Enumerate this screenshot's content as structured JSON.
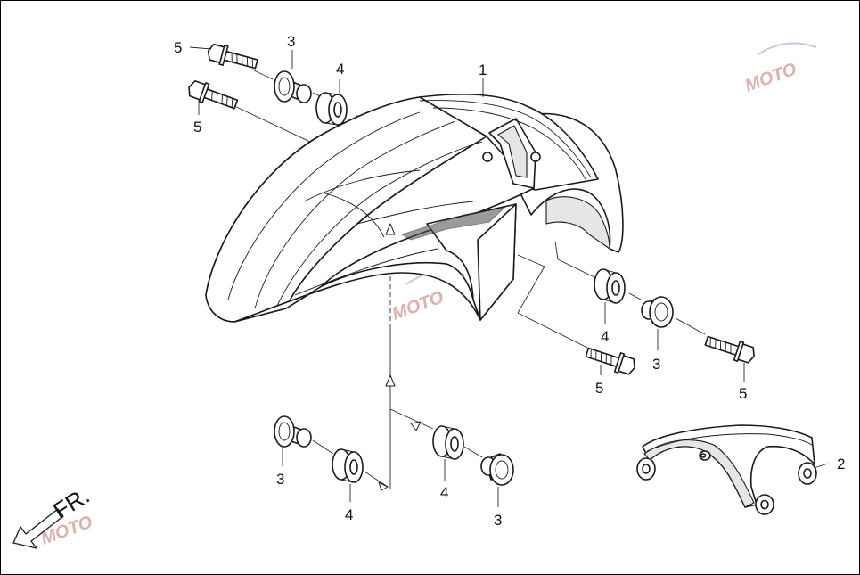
{
  "callouts": {
    "fender": "1",
    "bracket": "2",
    "collar_top": "3",
    "collar_right": "3",
    "collar_bl": "3",
    "collar_br": "3",
    "grommet_top": "4",
    "grommet_right": "4",
    "grommet_bl": "4",
    "grommet_br": "4",
    "bolt_top1": "5",
    "bolt_top2": "5",
    "bolt_right1": "5",
    "bolt_right2": "5"
  },
  "direction": {
    "label": "FR."
  },
  "watermark": {
    "text": "MOTO"
  }
}
